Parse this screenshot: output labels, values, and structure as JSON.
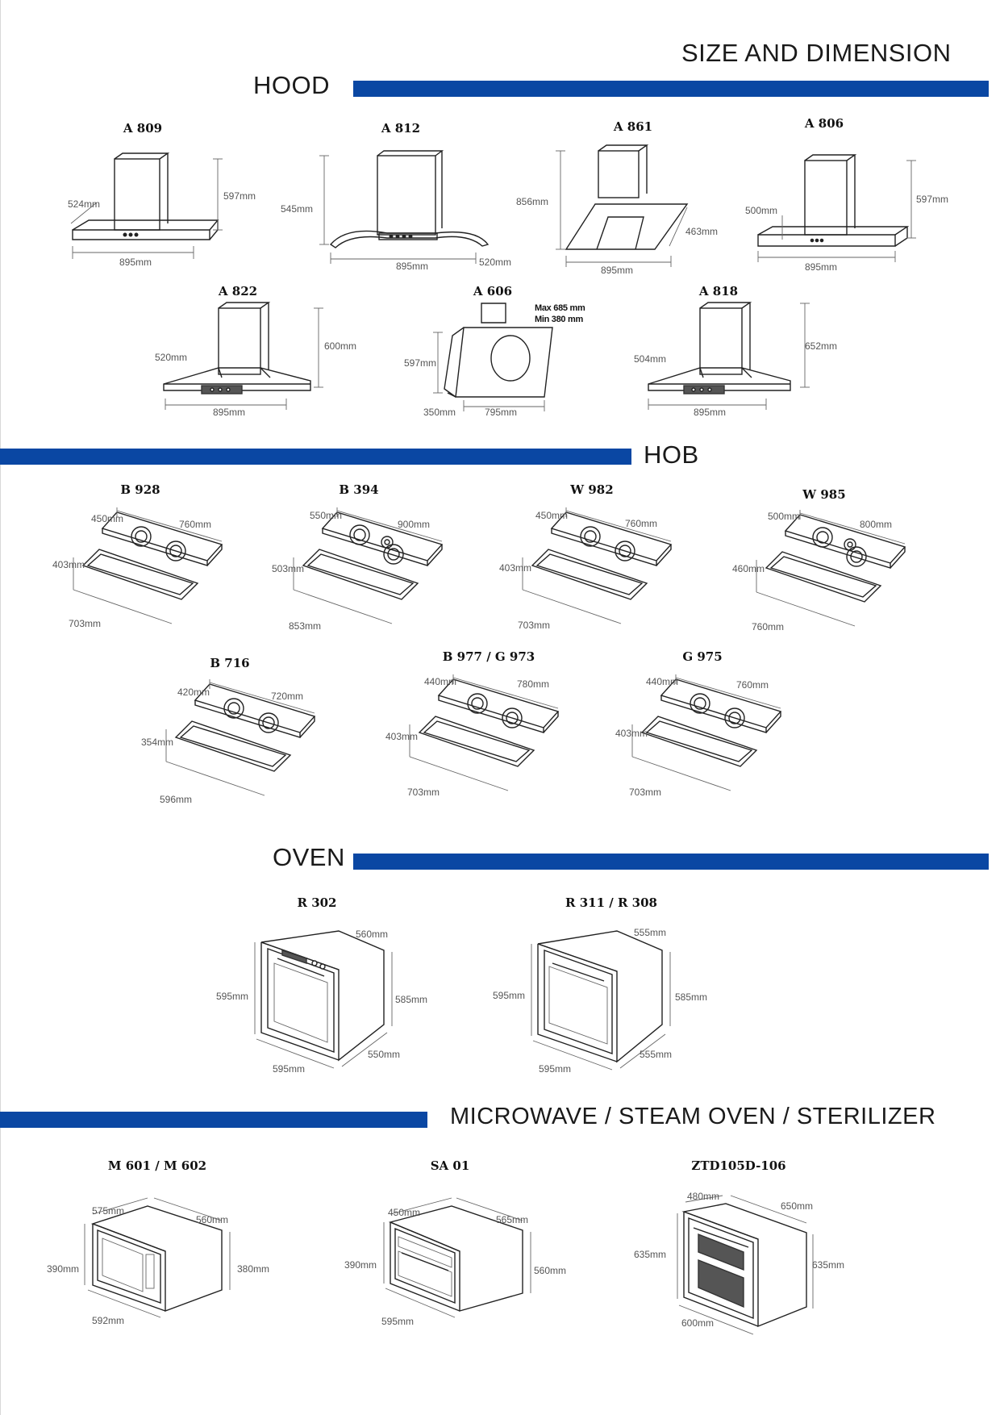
{
  "page": {
    "title": "SIZE AND DIMENSION"
  },
  "sections": {
    "hood": "HOOD",
    "hob": "HOB",
    "oven": "OVEN",
    "microwave": "MICROWAVE / STEAM OVEN / STERILIZER"
  },
  "hoods": [
    {
      "model": "A 809",
      "depth": "524mm",
      "height": "597mm",
      "width": "895mm"
    },
    {
      "model": "A 812",
      "height": "545mm",
      "width": "895mm",
      "depth": "520mm"
    },
    {
      "model": "A 861",
      "height": "856mm",
      "depth": "463mm",
      "width": "895mm"
    },
    {
      "model": "A 806",
      "depth": "500mm",
      "height": "597mm",
      "width": "895mm"
    },
    {
      "model": "A 822",
      "depth": "520mm",
      "height": "600mm",
      "width": "895mm"
    },
    {
      "model": "A 606",
      "max": "Max 685 mm",
      "min": "Min 380 mm",
      "height": "597mm",
      "depth": "350mm",
      "width": "795mm"
    },
    {
      "model": "A 818",
      "depth": "504mm",
      "height": "652mm",
      "width": "895mm"
    }
  ],
  "hobs": [
    {
      "model": "B 928",
      "depth": "450mm",
      "width": "760mm",
      "cut_depth": "403mm",
      "cut_width": "703mm"
    },
    {
      "model": "B 394",
      "depth": "550mm",
      "width": "900mm",
      "cut_depth": "503mm",
      "cut_width": "853mm"
    },
    {
      "model": "W 982",
      "depth": "450mm",
      "width": "760mm",
      "cut_depth": "403mm",
      "cut_width": "703mm"
    },
    {
      "model": "W 985",
      "depth": "500mm",
      "width": "800mm",
      "cut_depth": "460mm",
      "cut_width": "760mm"
    },
    {
      "model": "B 716",
      "depth": "420mm",
      "width": "720mm",
      "cut_depth": "354mm",
      "cut_width": "596mm"
    },
    {
      "model": "B 977 / G 973",
      "depth": "440mm",
      "width": "780mm",
      "cut_depth": "403mm",
      "cut_width": "703mm"
    },
    {
      "model": "G 975",
      "depth": "440mm",
      "width": "760mm",
      "cut_depth": "403mm",
      "cut_width": "703mm"
    }
  ],
  "ovens": [
    {
      "model": "R 302",
      "depth_top": "560mm",
      "height": "595mm",
      "body_height": "585mm",
      "width": "595mm",
      "depth": "550mm"
    },
    {
      "model": "R 311 / R 308",
      "depth_top": "555mm",
      "height": "595mm",
      "body_height": "585mm",
      "width": "595mm",
      "depth": "555mm"
    }
  ],
  "microwaves": [
    {
      "model": "M 601 / M 602",
      "top_a": "575mm",
      "top_b": "560mm",
      "height": "390mm",
      "body_height": "380mm",
      "width": "592mm"
    },
    {
      "model": "SA 01",
      "top_a": "450mm",
      "top_b": "565mm",
      "height": "390mm",
      "body_height": "560mm",
      "width": "595mm"
    },
    {
      "model": "ZTD105D-106",
      "top_a": "480mm",
      "top_b": "650mm",
      "height": "635mm",
      "body_height": "635mm",
      "width": "600mm"
    }
  ],
  "colors": {
    "accent_bar": "#0a47a3",
    "text": "#1a1a1a"
  }
}
